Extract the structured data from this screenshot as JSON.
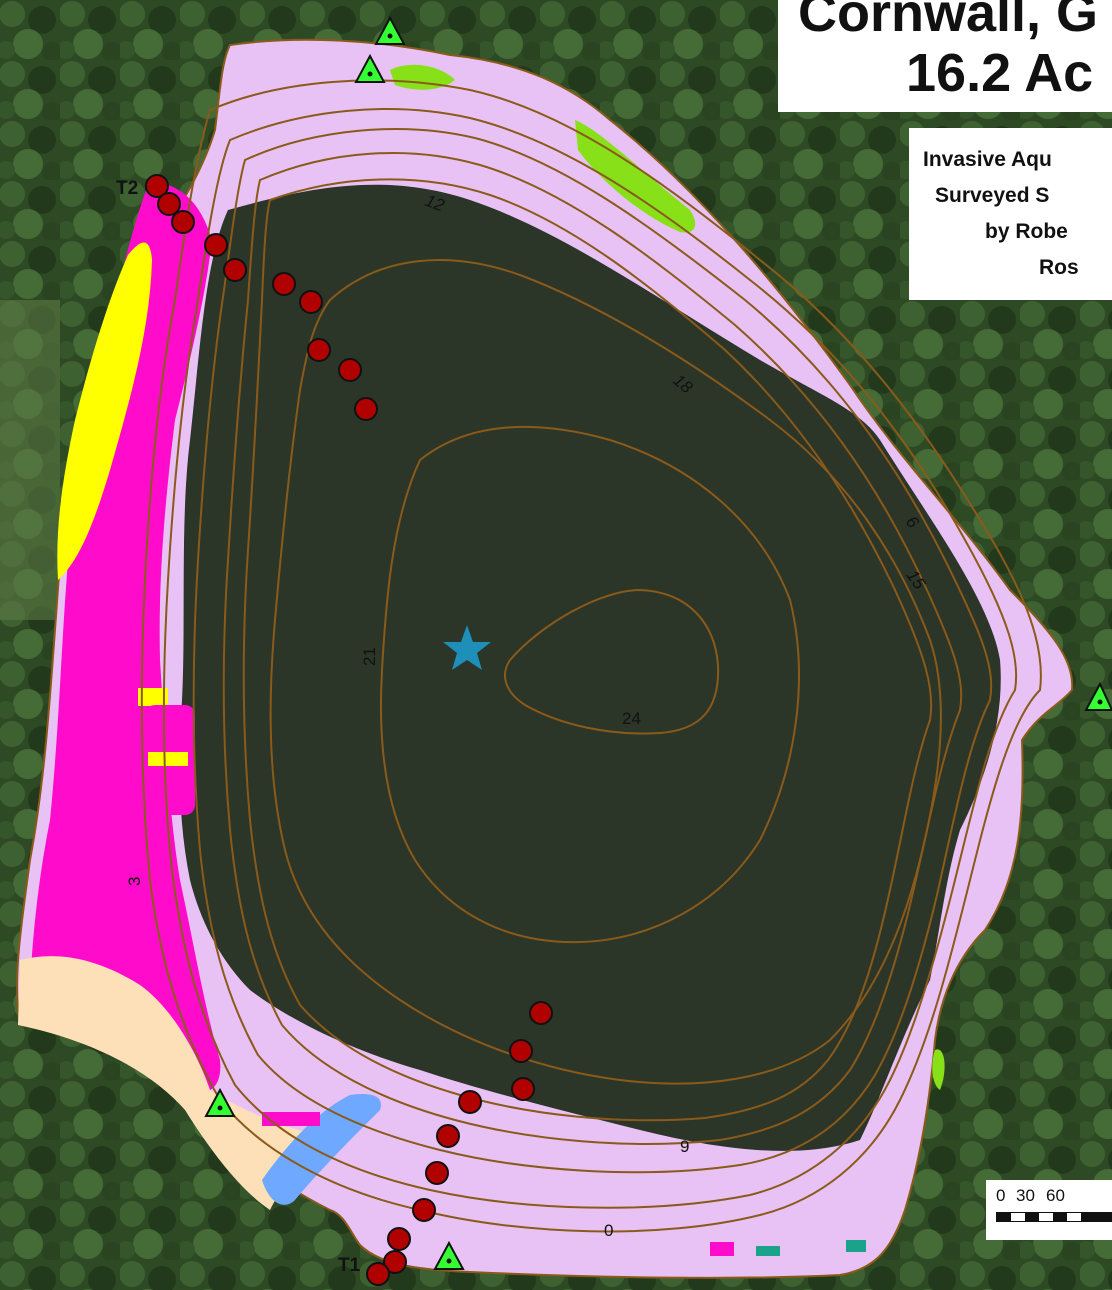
{
  "title": {
    "line1": "Cornwall, G",
    "line2": "16.2 Ac"
  },
  "info": {
    "lines": [
      "Invasive Aqu",
      "Surveyed S",
      "by Robe",
      "Ros"
    ]
  },
  "contour_labels": [
    "12",
    "18",
    "6",
    "15",
    "21",
    "24",
    "3",
    "9",
    "0"
  ],
  "transect_labels": [
    "T2",
    "T1"
  ],
  "scale": {
    "ticks": [
      "0",
      "30",
      "60"
    ]
  },
  "colors": {
    "deep_water": "#2b3528",
    "shallow_zone": "#e8c2f5",
    "invasive_magenta": "#ff0bcc",
    "yellow_species": "#ffff00",
    "tan_species": "#fde0b8",
    "lime_species": "#88e018",
    "blue_species": "#6fa8ff",
    "contour": "#8a5a1a",
    "sample_point": "#b00000",
    "triangle_marker": "#33ff33",
    "star": "#1d8fb8"
  }
}
